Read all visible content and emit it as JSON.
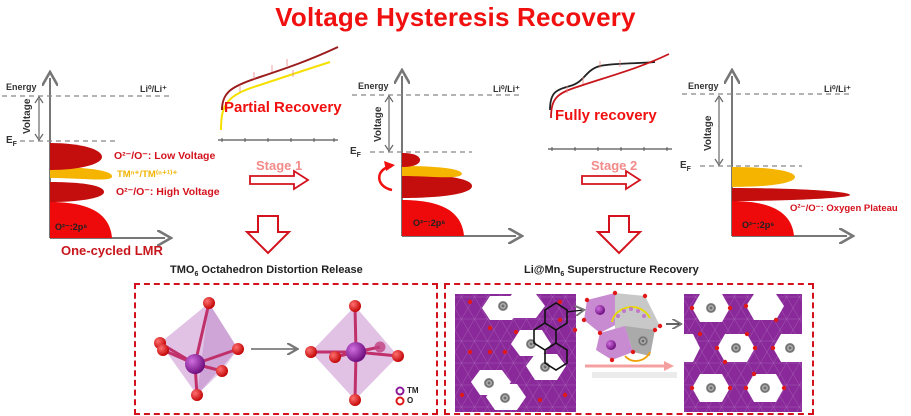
{
  "title": "Voltage Hysteresis Recovery",
  "panels": [
    {
      "id": "one-cycled",
      "energy_label": "Energy",
      "li_label": "Li⁰/Li⁺",
      "fermi_label": "E",
      "fermi_sub": "F",
      "voltage_label": "Voltage",
      "base_band_label": "O²⁻:2p⁶",
      "bands": [
        {
          "label": "O²⁻/O⁻: Low Voltage",
          "color": "#c40d0d"
        },
        {
          "label": "TMⁿ⁺/TM⁽ⁿ⁺¹⁾⁺",
          "color": "#f5b400"
        },
        {
          "label": "O²⁻/O⁻: High Voltage",
          "color": "#c40d0d"
        }
      ],
      "caption": "One-cycled LMR"
    },
    {
      "id": "stage1-result",
      "energy_label": "Energy",
      "li_label": "Li⁰/Li⁺",
      "fermi_label": "E",
      "fermi_sub": "F",
      "voltage_label": "Voltage",
      "base_band_label": "O²⁻:2p⁶"
    },
    {
      "id": "stage2-result",
      "energy_label": "Energy",
      "li_label": "Li⁰/Li⁺",
      "fermi_label": "E",
      "fermi_sub": "F",
      "voltage_label": "Voltage",
      "base_band_label": "O²⁻:2p⁶",
      "bands": [
        {
          "label": "O²⁻/O⁻: Oxygen Plateau",
          "color": "#c40d0d"
        }
      ]
    }
  ],
  "stages": [
    {
      "label": "Stage 1",
      "curve_label": "Partial Recovery",
      "curve_colors": [
        "#9b1c1c",
        "#f5e000"
      ]
    },
    {
      "label": "Stage 2",
      "curve_label": "Fully recovery",
      "curve_colors": [
        "#222222",
        "#c8161d"
      ]
    }
  ],
  "bottom": {
    "left": {
      "heading_main": "TMO",
      "heading_sub": "6",
      "heading_rest": " Octahedron Distortion Release",
      "legend": [
        {
          "label": "TM",
          "color": "#8a1b9b"
        },
        {
          "label": "O",
          "color": "#e01818"
        }
      ]
    },
    "right": {
      "heading_main": "Li@Mn",
      "heading_sub": "6",
      "heading_rest": " Superstructure Recovery"
    }
  },
  "colors": {
    "accent_red": "#f01010",
    "dark_red_band": "#c40d0d",
    "base_band": "#ee0a0a",
    "tm_band": "#f5b400",
    "lattice_purple": "#8a2a9a"
  }
}
